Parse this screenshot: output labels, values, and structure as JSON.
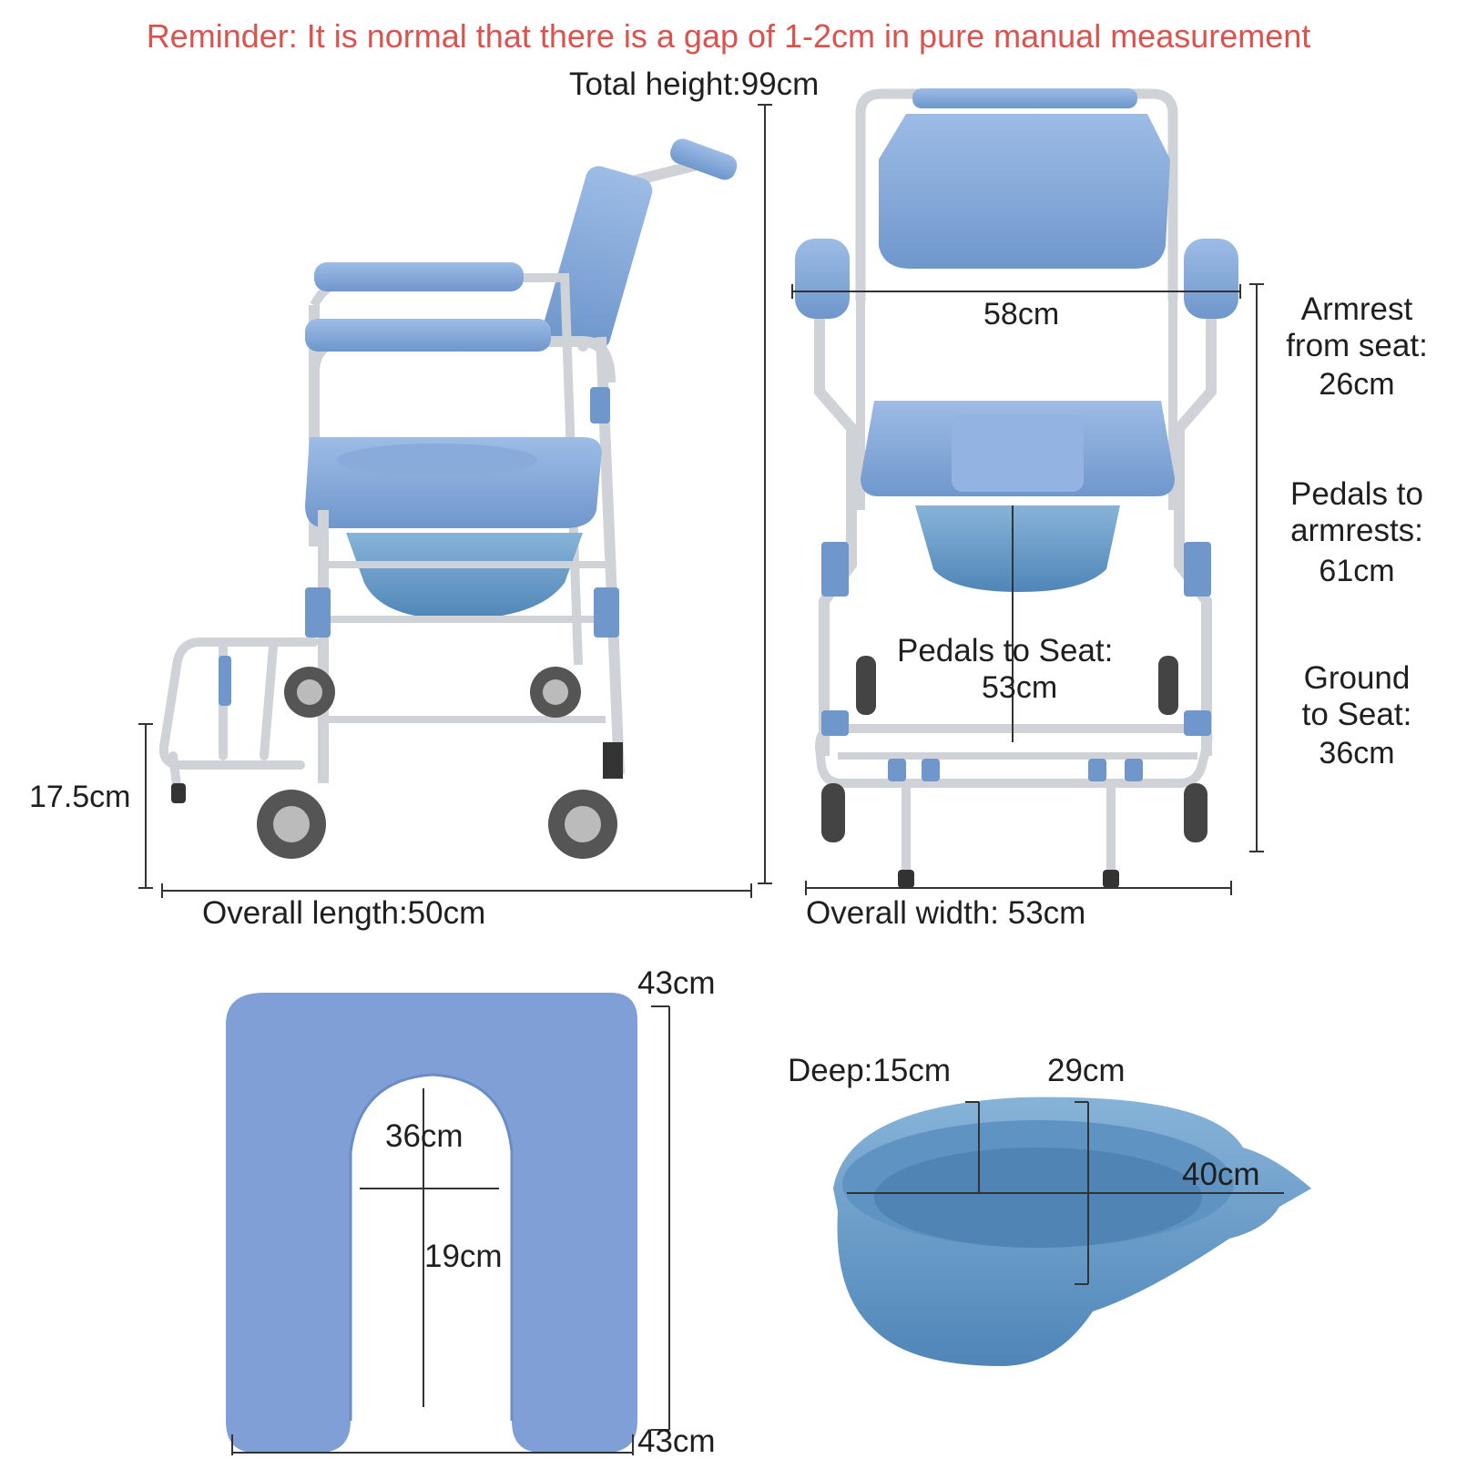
{
  "reminder": "Reminder: It is normal that there is a gap of 1-2cm in pure manual measurement",
  "side_view": {
    "total_height": "Total height:99cm",
    "overall_length": "Overall length:50cm",
    "pedal_height": "17.5cm"
  },
  "front_view": {
    "width_58": "58cm",
    "armrest_from_seat_1": "Armrest",
    "armrest_from_seat_2": "from seat:",
    "armrest_from_seat_value": "26cm",
    "pedals_to_armrests_1": "Pedals to",
    "pedals_to_armrests_2": "armrests:",
    "pedals_to_armrests_value": "61cm",
    "pedals_to_seat_1": "Pedals to Seat:",
    "pedals_to_seat_value": "53cm",
    "ground_to_seat_1": "Ground",
    "ground_to_seat_2": "to Seat:",
    "ground_to_seat_value": "36cm",
    "overall_width": "Overall width: 53cm"
  },
  "seat_cushion": {
    "height": "43cm",
    "width": "43cm",
    "opening_width": "36cm",
    "opening_depth": "19cm"
  },
  "bucket": {
    "deep": "Deep:15cm",
    "width": "29cm",
    "length": "40cm"
  },
  "colors": {
    "reminder": "#d9534f",
    "chair_blue": "#7fa6d8",
    "frame": "#c9ccd0",
    "bucket_blue": "#6d9fc7"
  }
}
